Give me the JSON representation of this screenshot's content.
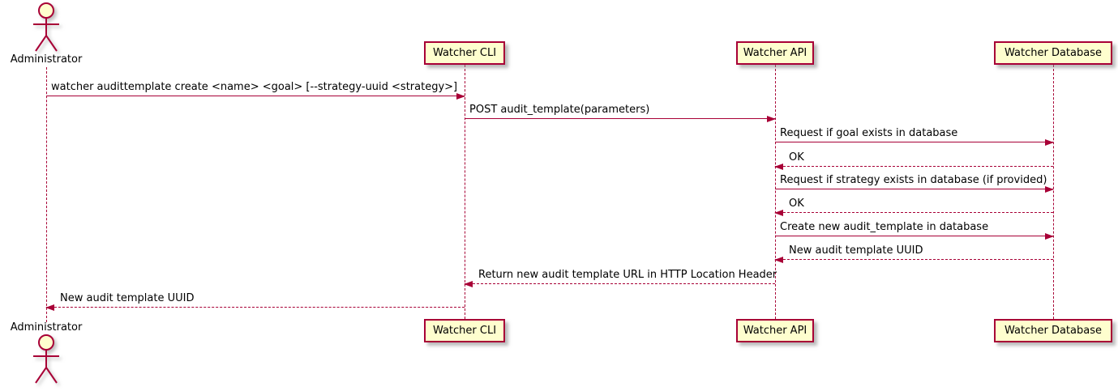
{
  "actor": {
    "label": "Administrator"
  },
  "participants": [
    {
      "label": "Watcher CLI"
    },
    {
      "label": "Watcher API"
    },
    {
      "label": "Watcher Database"
    }
  ],
  "messages": [
    {
      "label": "watcher audittemplate create <name> <goal> [--strategy-uuid <strategy>]",
      "from": "Administrator",
      "to": "Watcher CLI",
      "line": "solid"
    },
    {
      "label": "POST audit_template(parameters)",
      "from": "Watcher CLI",
      "to": "Watcher API",
      "line": "solid"
    },
    {
      "label": "Request if goal exists in database",
      "from": "Watcher API",
      "to": "Watcher Database",
      "line": "solid"
    },
    {
      "label": "OK",
      "from": "Watcher Database",
      "to": "Watcher API",
      "line": "dashed"
    },
    {
      "label": "Request if strategy exists in database (if provided)",
      "from": "Watcher API",
      "to": "Watcher Database",
      "line": "solid"
    },
    {
      "label": "OK",
      "from": "Watcher Database",
      "to": "Watcher API",
      "line": "dashed"
    },
    {
      "label": "Create new audit_template in database",
      "from": "Watcher API",
      "to": "Watcher Database",
      "line": "solid"
    },
    {
      "label": "New audit template UUID",
      "from": "Watcher Database",
      "to": "Watcher API",
      "line": "dashed"
    },
    {
      "label": "Return new audit template URL in HTTP Location Header",
      "from": "Watcher API",
      "to": "Watcher CLI",
      "line": "dashed"
    },
    {
      "label": "New audit template UUID",
      "from": "Watcher CLI",
      "to": "Administrator",
      "line": "dashed"
    }
  ],
  "colors": {
    "stroke": "#A80036",
    "participant_fill": "#FEFECE",
    "text": "#000000",
    "background": "#FFFFFF"
  }
}
